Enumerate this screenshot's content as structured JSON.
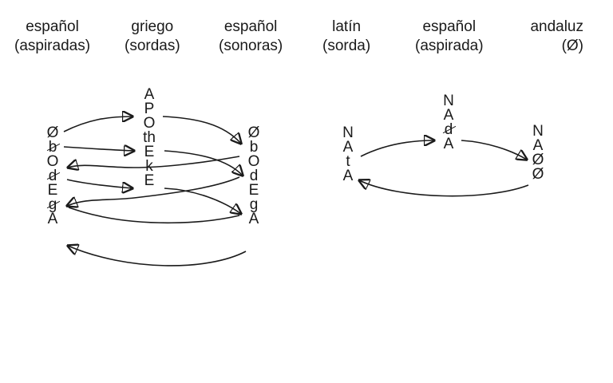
{
  "headers": [
    {
      "line1": "español",
      "line2": "(aspiradas)"
    },
    {
      "line1": "griego",
      "line2": "(sordas)"
    },
    {
      "line1": "español",
      "line2": "(sonoras)"
    },
    {
      "line1": "latín",
      "line2": "(sorda)"
    },
    {
      "line1": "español",
      "line2": "(aspirada)"
    },
    {
      "line1": "andaluz",
      "line2": "(Ø)"
    }
  ],
  "left_diagram": {
    "aspiradas": [
      "Ø",
      "b",
      "O",
      "d",
      "E",
      "g",
      "A"
    ],
    "griego": [
      "A",
      "P",
      "O",
      "th",
      "E",
      "k",
      "E"
    ],
    "sonoras": [
      "Ø",
      "b",
      "O",
      "d",
      "E",
      "g",
      "A"
    ]
  },
  "right_diagram": {
    "latin": [
      "N",
      "A",
      "t",
      "A"
    ],
    "aspirada": [
      "N",
      "A",
      "d",
      "A"
    ],
    "andaluz": [
      "N",
      "A",
      "Ø",
      "Ø"
    ]
  }
}
